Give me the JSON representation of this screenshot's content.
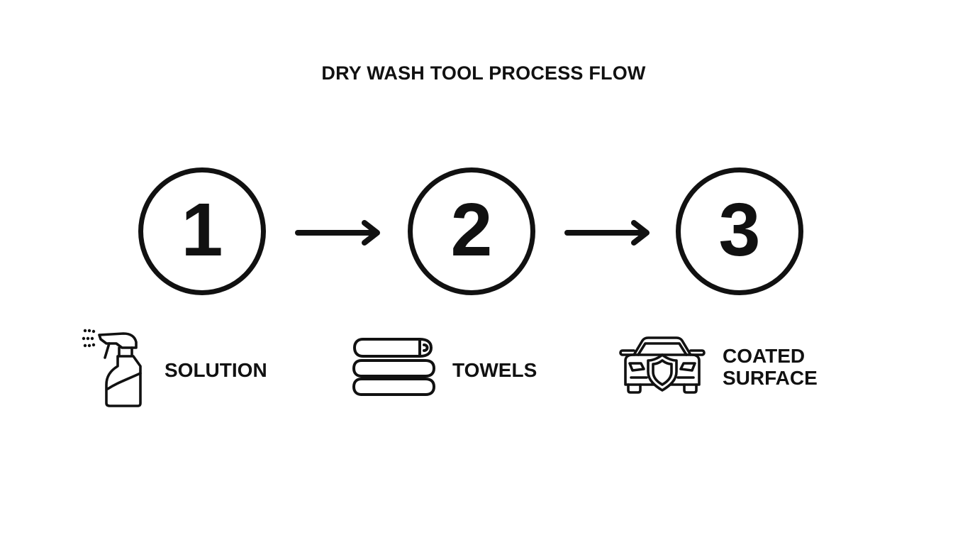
{
  "title": "DRY WASH TOOL PROCESS FLOW",
  "steps": [
    {
      "number": "1",
      "label": "SOLUTION",
      "icon": "spray-bottle-icon"
    },
    {
      "number": "2",
      "label": "TOWELS",
      "icon": "folded-towels-icon"
    },
    {
      "number": "3",
      "label_line1": "COATED",
      "label_line2": "SURFACE",
      "icon": "car-shield-icon"
    }
  ],
  "colors": {
    "stroke": "#111111",
    "background": "#ffffff"
  }
}
